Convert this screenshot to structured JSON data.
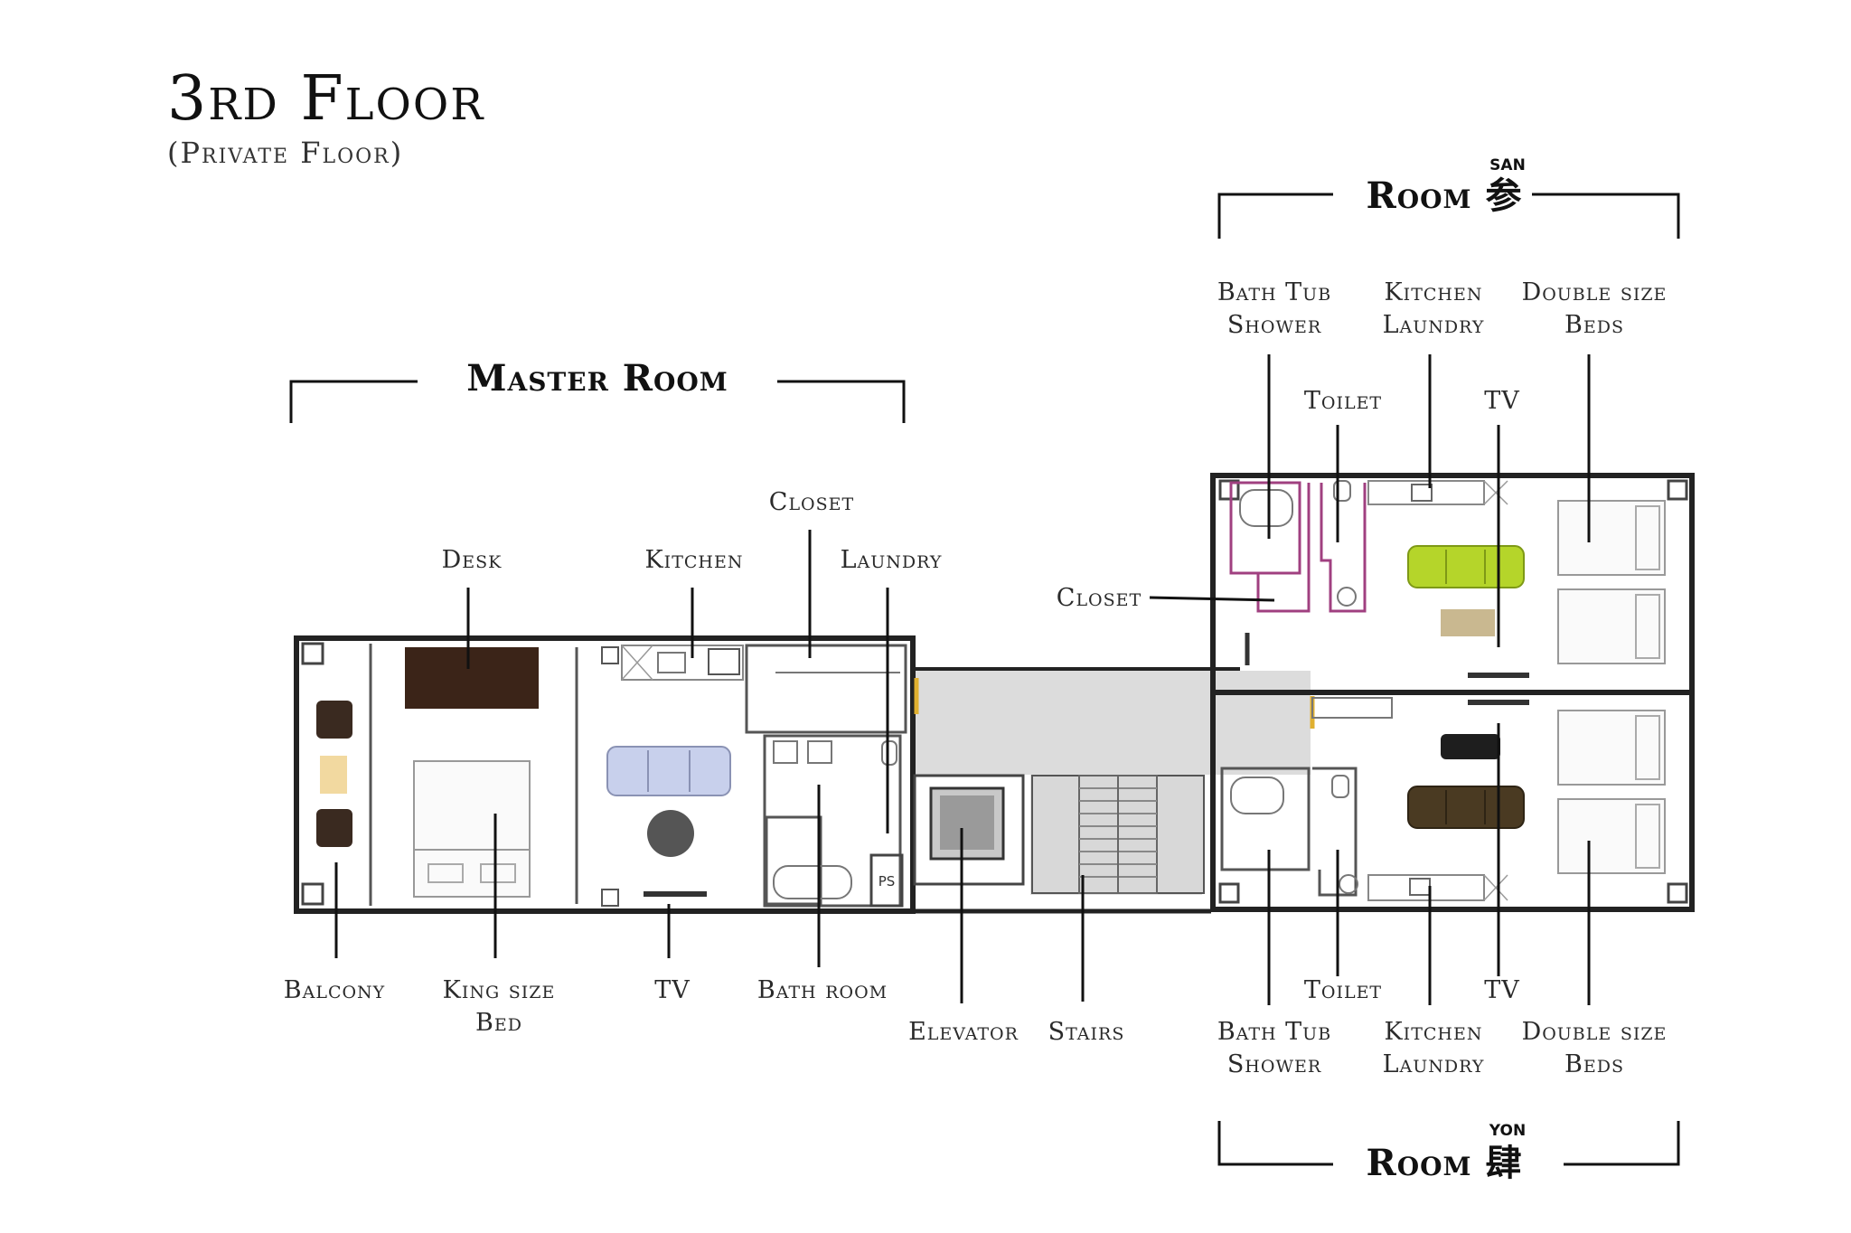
{
  "title": "3rd Floor",
  "subtitle": "(Private Floor)",
  "rooms": {
    "master": {
      "heading": "Master Room"
    },
    "san": {
      "heading": "Room 参",
      "reading": "SAN"
    },
    "yon": {
      "heading": "Room 肆",
      "reading": "YON"
    }
  },
  "labels": {
    "desk": "Desk",
    "kitchen": "Kitchen",
    "closet_master": "Closet",
    "laundry": "Laundry",
    "balcony": "Balcony",
    "king_line1": "King size",
    "king_line2": "Bed",
    "tv_master": "TV",
    "bath_room": "Bath room",
    "elevator": "Elevator",
    "stairs": "Stairs",
    "closet_corridor": "Closet",
    "ps": "PS",
    "san_bath_line1": "Bath Tub",
    "san_bath_line2": "Shower",
    "san_kitchen_line1": "Kitchen",
    "san_kitchen_line2": "Laundry",
    "san_beds_line1": "Double size",
    "san_beds_line2": "Beds",
    "san_toilet": "Toilet",
    "san_tv": "TV",
    "yon_toilet": "Toilet",
    "yon_tv": "TV",
    "yon_bath_line1": "Bath Tub",
    "yon_bath_line2": "Shower",
    "yon_kitchen_line1": "Kitchen",
    "yon_kitchen_line2": "Laundry",
    "yon_beds_line1": "Double size",
    "yon_beds_line2": "Beds"
  },
  "colors": {
    "desk": "#3b2418",
    "sofa_master": "#c8d0ec",
    "sofa_san": "#b5d52a",
    "sofa_yon": "#4a3a22",
    "corridor": "#dcdcdc",
    "balcony_table": "#f2d9a0",
    "rug_san": "#c9b890",
    "bath_outline": "#a04080",
    "door_accent": "#e0b030"
  }
}
